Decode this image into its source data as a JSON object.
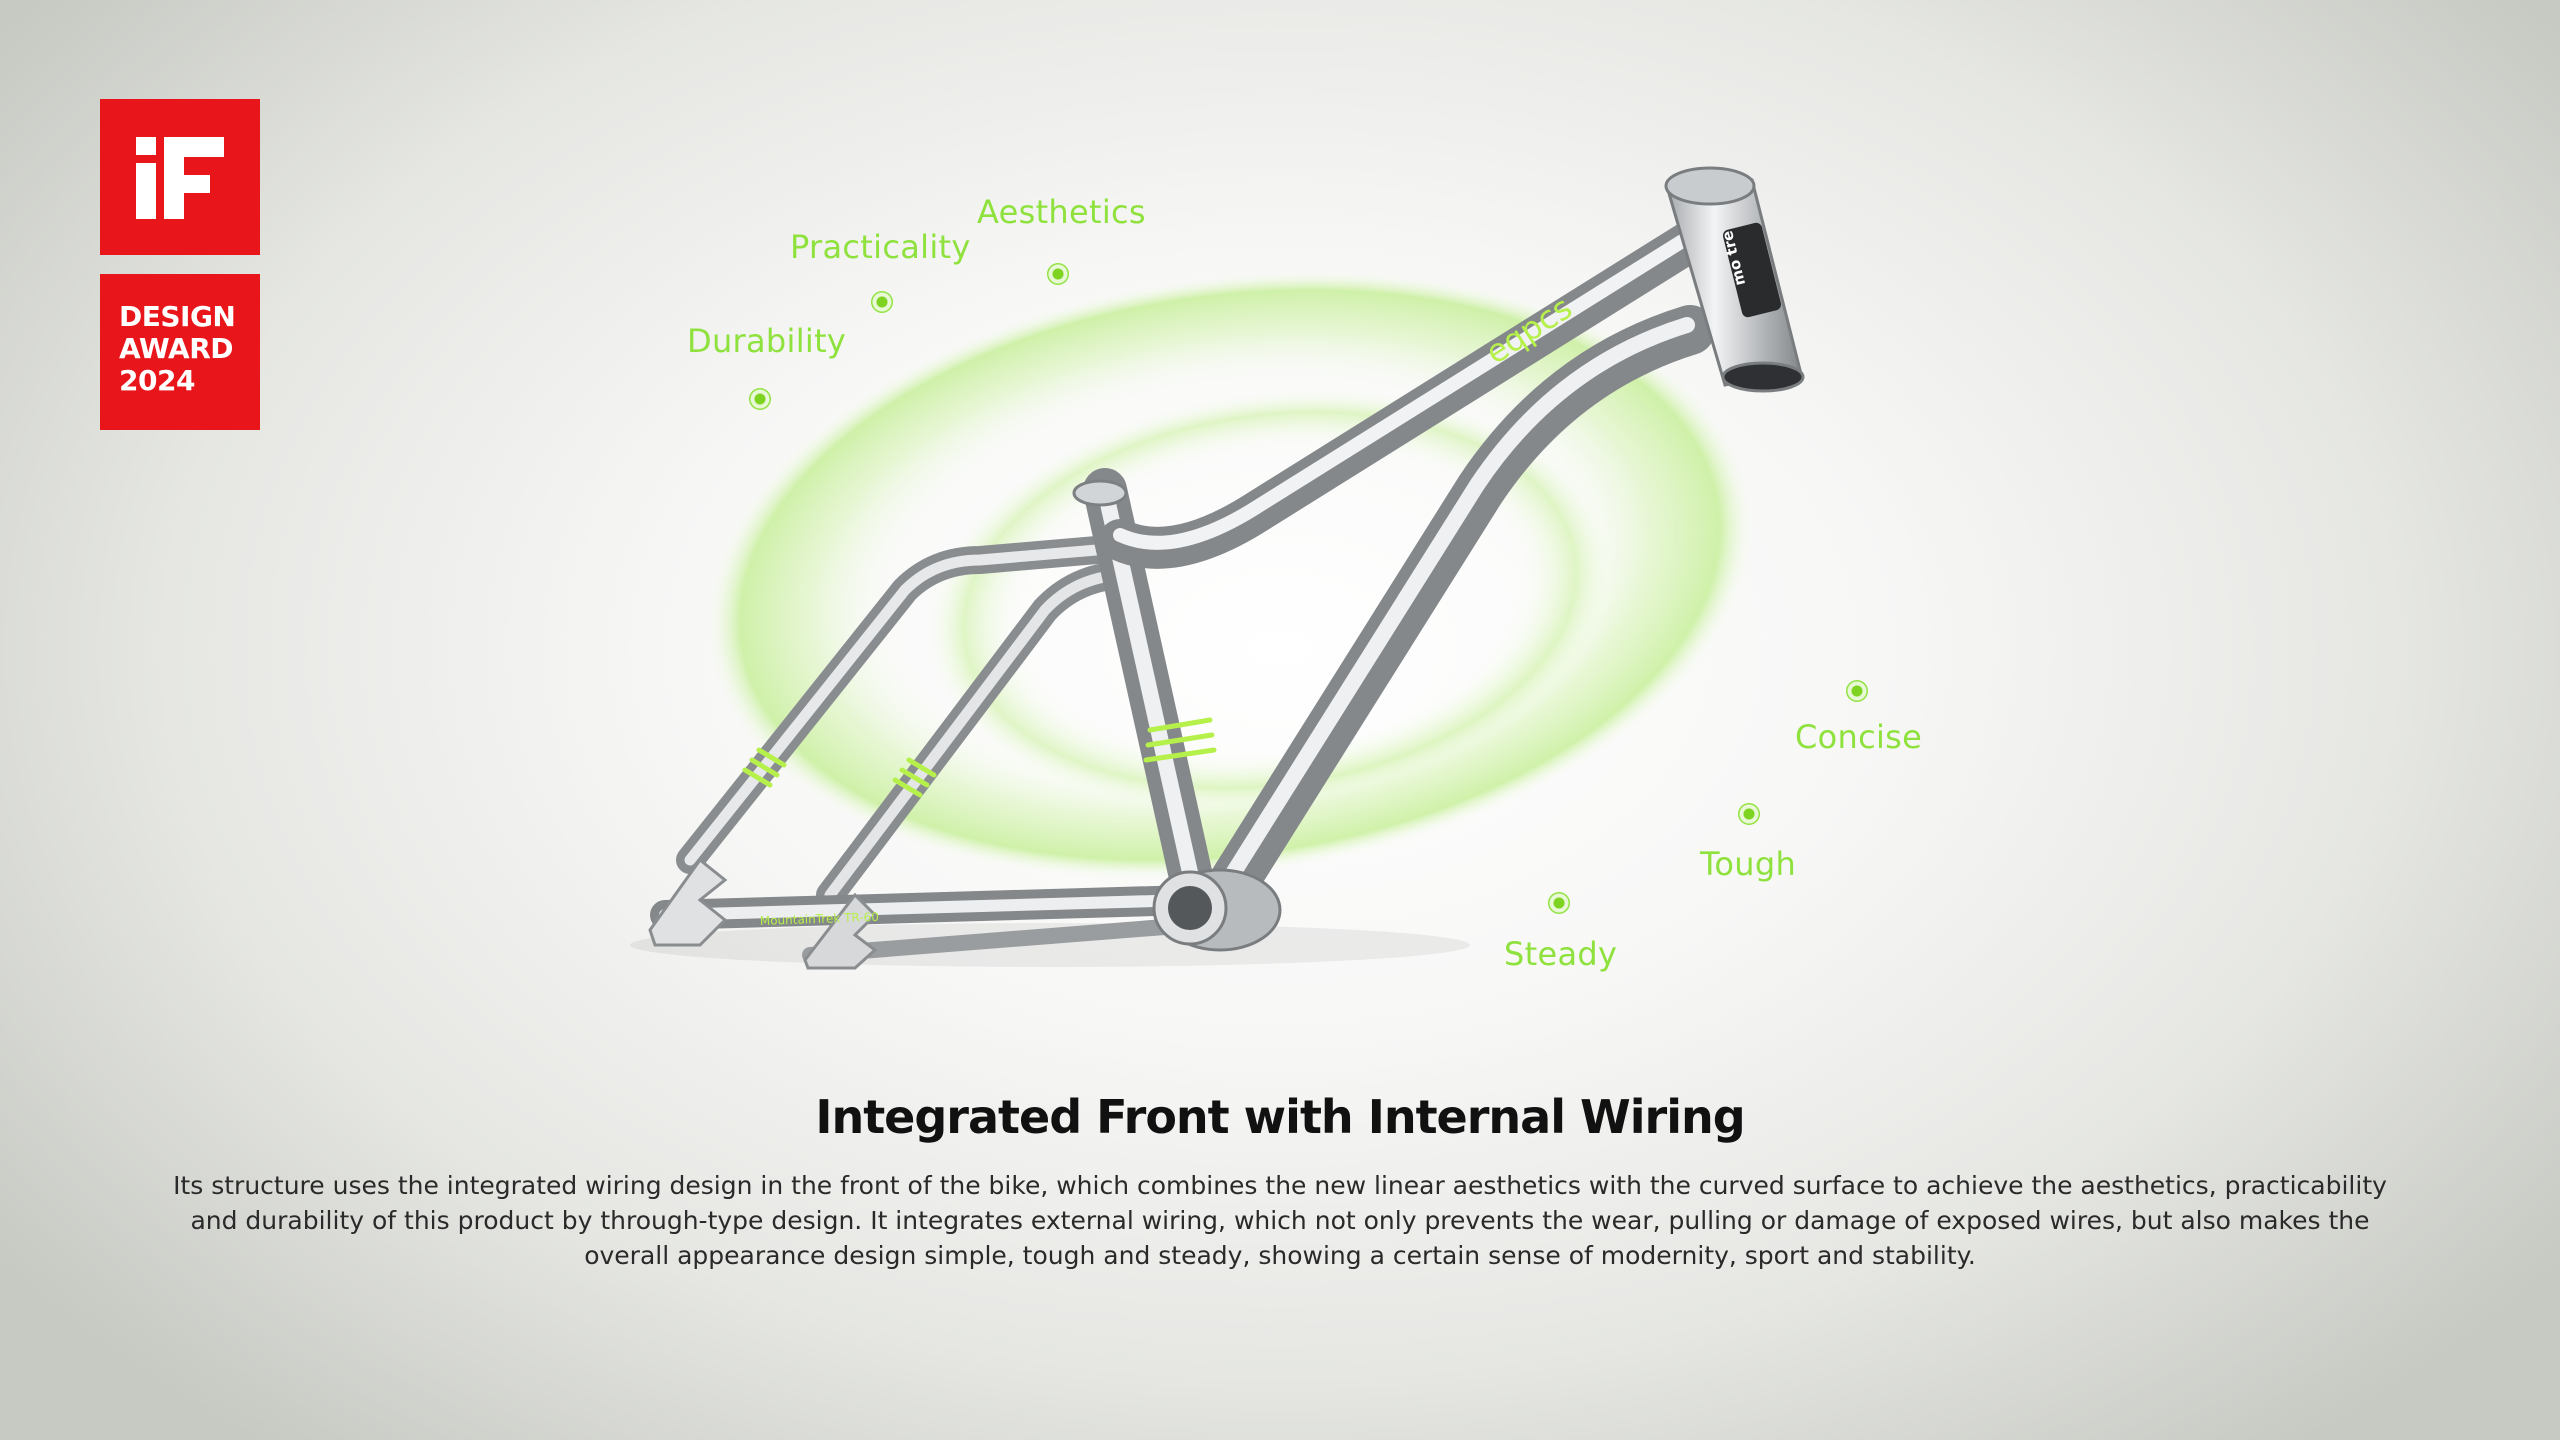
{
  "award": {
    "logo_text": "iF",
    "line1": "DESIGN",
    "line2": "AWARD",
    "line3": "2024"
  },
  "keywords": {
    "aesthetics": "Aesthetics",
    "practicality": "Practicality",
    "durability": "Durability",
    "concise": "Concise",
    "tough": "Tough",
    "steady": "Steady"
  },
  "frame_labels": {
    "brand_mark": "eqpcs",
    "chainstay_text": "MountainTrek TR-60",
    "headbadge_text": "mo tre"
  },
  "heading": "Integrated Front with Internal Wiring",
  "description": "Its structure uses the integrated wiring design in the front of the bike, which combines the new linear aesthetics with the curved surface to achieve the aesthetics, practicability and durability of this product by through-type design. It integrates external wiring, which not only prevents the wear, pulling or damage of exposed wires, but also makes the overall appearance design simple, tough and steady, showing a certain sense of modernity, sport and stability.",
  "colors": {
    "accent": "#8fe23d",
    "award_red": "#e8161b",
    "frame_silver": "#c9ccce"
  }
}
